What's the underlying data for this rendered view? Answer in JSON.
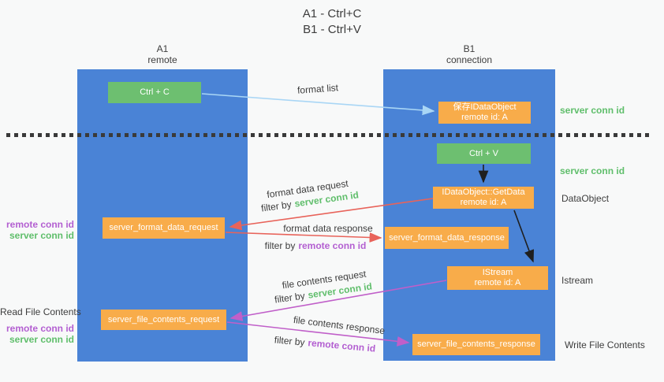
{
  "title": {
    "line1": "A1 - Ctrl+C",
    "line2": "B1 - Ctrl+V"
  },
  "columns": {
    "a1": {
      "name": "A1",
      "subtitle": "remote"
    },
    "b1": {
      "name": "B1",
      "subtitle": "connection"
    }
  },
  "nodes": {
    "ctrl_c": "Ctrl + C",
    "ctrl_v": "Ctrl + V",
    "save_dataobject_line1": "保存IDataObject",
    "save_dataobject_line2": "remote id: A",
    "getdata_line1": "IDataObject::GetData",
    "getdata_line2": "remote id: A",
    "istream_line1": "IStream",
    "istream_line2": "remote id: A",
    "format_request": "server_format_data_request",
    "format_response": "server_format_data_response",
    "file_request": "server_file_contents_request",
    "file_response": "server_file_contents_response"
  },
  "annotations": {
    "format_list": "format list",
    "format_data_request": "format data request",
    "format_data_response": "format data response",
    "file_contents_request": "file contents request",
    "file_contents_response": "file contents response",
    "filter_by": "filter by",
    "server_conn_id": "server conn id",
    "remote_conn_id": "remote conn id"
  },
  "side_labels": {
    "read_file_contents": "Read File Contents",
    "write_file_contents": "Write File Contents",
    "dataobject": "DataObject",
    "istream": "Istream",
    "server_conn_id": "server conn id",
    "remote_conn_id": "remote conn id"
  },
  "colors": {
    "column-blue": "#4a83d6",
    "box-green": "#6dbf70",
    "box-orange": "#f8ac4a",
    "arrow-red": "#e8635a",
    "arrow-magenta": "#c05fc9",
    "arrow-blue": "#a9d6f5",
    "arrow-black": "#1f1f1f",
    "text-dark": "#3d3d3d",
    "green-id": "#5fbe6b",
    "purple-id": "#b35fd1",
    "bg": "#f8f9f9"
  }
}
